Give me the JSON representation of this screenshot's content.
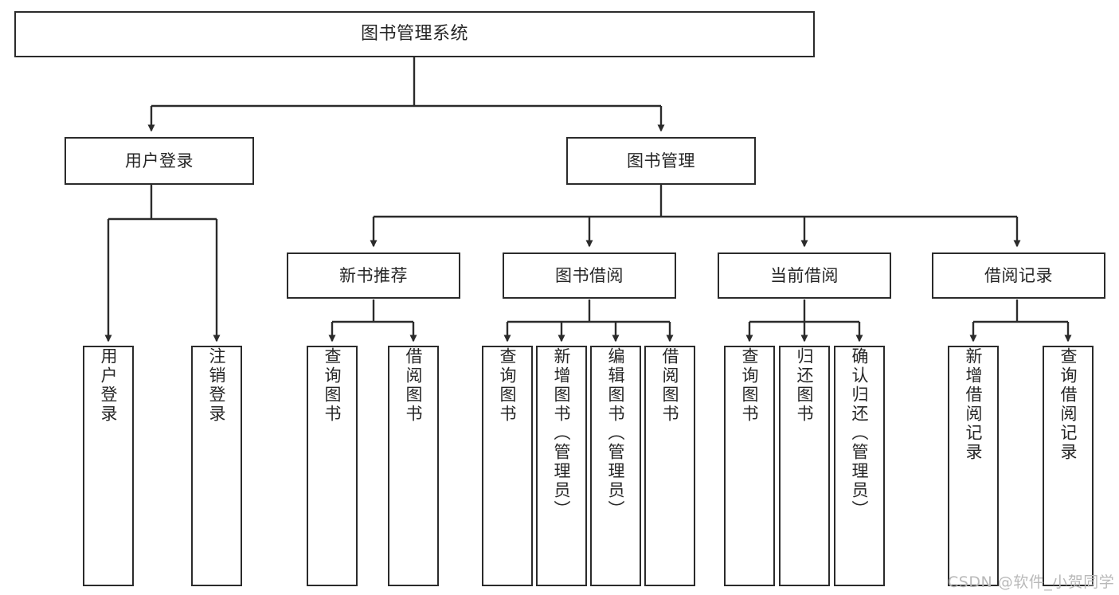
{
  "diagram": {
    "type": "tree-hierarchy-chart",
    "title": "图书管理系统",
    "orientation": "top-down",
    "colors": {
      "node_border": "#2b2b2b",
      "node_fill": "#ffffff",
      "edge": "#2b2b2b",
      "text": "#262626",
      "watermark": "#b9b9b9",
      "background": "#ffffff"
    }
  },
  "nodes": {
    "root": {
      "id": "root",
      "label": "图书管理系统",
      "level": 0,
      "text_orientation": "horizontal"
    },
    "level1": [
      {
        "id": "user-login",
        "label": "用户登录",
        "level": 1,
        "text_orientation": "horizontal"
      },
      {
        "id": "book-management",
        "label": "图书管理",
        "level": 1,
        "text_orientation": "horizontal"
      }
    ],
    "level2": [
      {
        "id": "new-book-recommend",
        "label": "新书推荐",
        "level": 2,
        "parent": "book-management",
        "text_orientation": "horizontal"
      },
      {
        "id": "book-borrow",
        "label": "图书借阅",
        "level": 2,
        "parent": "book-management",
        "text_orientation": "horizontal"
      },
      {
        "id": "current-borrow",
        "label": "当前借阅",
        "level": 2,
        "parent": "book-management",
        "text_orientation": "horizontal"
      },
      {
        "id": "borrow-record",
        "label": "借阅记录",
        "level": 2,
        "parent": "book-management",
        "text_orientation": "horizontal"
      }
    ],
    "leaves": [
      {
        "id": "leaf-user-login",
        "label": "用户登录",
        "parent": "user-login",
        "text_orientation": "vertical"
      },
      {
        "id": "leaf-logout-login",
        "label": "注销登录",
        "parent": "user-login",
        "text_orientation": "vertical"
      },
      {
        "id": "leaf-query-book-1",
        "label": "查询图书",
        "parent": "new-book-recommend",
        "text_orientation": "vertical"
      },
      {
        "id": "leaf-borrow-book-1",
        "label": "借阅图书",
        "parent": "new-book-recommend",
        "text_orientation": "vertical"
      },
      {
        "id": "leaf-query-book-2",
        "label": "查询图书",
        "parent": "book-borrow",
        "text_orientation": "vertical"
      },
      {
        "id": "leaf-add-book",
        "label": "新增图书（管理员）",
        "parent": "book-borrow",
        "text_orientation": "vertical"
      },
      {
        "id": "leaf-edit-book",
        "label": "编辑图书（管理员）",
        "parent": "book-borrow",
        "text_orientation": "vertical"
      },
      {
        "id": "leaf-borrow-book-2",
        "label": "借阅图书",
        "parent": "book-borrow",
        "text_orientation": "vertical"
      },
      {
        "id": "leaf-query-book-3",
        "label": "查询图书",
        "parent": "current-borrow",
        "text_orientation": "vertical"
      },
      {
        "id": "leaf-return-book",
        "label": "归还图书",
        "parent": "current-borrow",
        "text_orientation": "vertical"
      },
      {
        "id": "leaf-confirm-return",
        "label": "确认归还（管理员）",
        "parent": "current-borrow",
        "text_orientation": "vertical"
      },
      {
        "id": "leaf-add-record",
        "label": "新增借阅记录",
        "parent": "borrow-record",
        "text_orientation": "vertical"
      },
      {
        "id": "leaf-query-record",
        "label": "查询借阅记录",
        "parent": "borrow-record",
        "text_orientation": "vertical"
      }
    ]
  },
  "watermark": {
    "text": "CSDN @软件_小贺同学"
  }
}
